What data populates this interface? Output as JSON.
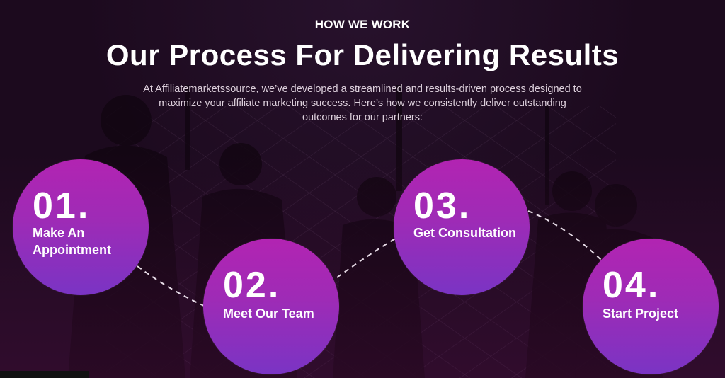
{
  "section": {
    "eyebrow": "HOW WE WORK",
    "title": "Our Process For Delivering Results",
    "intro": "At Affiliatemarketssource, we’ve developed a streamlined and results-driven process designed to maximize your affiliate marketing success. Here’s how we consistently deliver outstanding outcomes for our partners:"
  },
  "steps": [
    {
      "number": "01.",
      "label": "Make An Appointment"
    },
    {
      "number": "02.",
      "label": "Meet Our Team"
    },
    {
      "number": "03.",
      "label": "Get Consultation"
    },
    {
      "number": "04.",
      "label": "Start Project"
    }
  ],
  "colors": {
    "background": "#1c0b1d",
    "circle_top": "#b224b2",
    "circle_bottom": "#7a34c4",
    "text": "#ffffff",
    "connector": "#e8dde8"
  }
}
